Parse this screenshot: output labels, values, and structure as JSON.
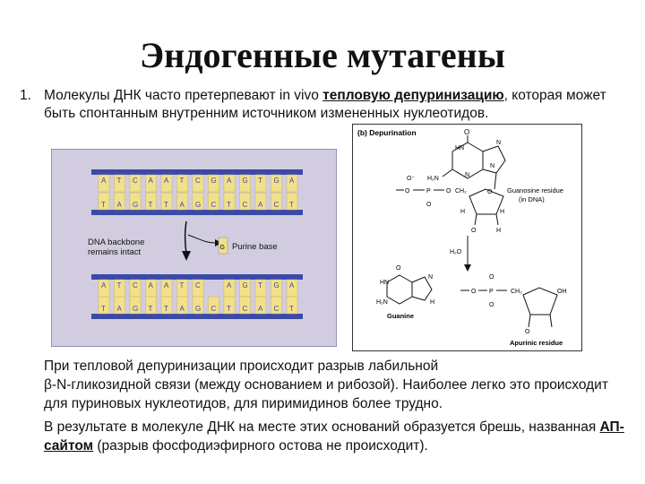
{
  "title": "Эндогенные мутагены",
  "item1": {
    "number": "1.",
    "text_before": "Молекулы ДНК часто претерпевают in vivo ",
    "emphasis": "тепловую депуринизацию",
    "text_after": ", которая может быть спонтанным внутренним источником измененных нуклеотидов."
  },
  "dna_figure": {
    "top_strand": [
      "A",
      "T",
      "C",
      "A",
      "A",
      "T",
      "C",
      "G",
      "A",
      "G",
      "T",
      "G",
      "A"
    ],
    "bottom_strand": [
      "T",
      "A",
      "G",
      "T",
      "T",
      "A",
      "G",
      "C",
      "T",
      "C",
      "A",
      "C",
      "T"
    ],
    "after_top_strand": [
      "A",
      "T",
      "C",
      "A",
      "A",
      "T",
      "C",
      "",
      "A",
      "G",
      "T",
      "G",
      "A"
    ],
    "backbone_label_line1": "DNA backbone",
    "backbone_label_line2": "remains intact",
    "base_glyph": "G",
    "purine_label": "Purine base",
    "base_color": "#f2e08a",
    "backbone_color": "#3b4aa8",
    "letter_color": "#3b4aa8"
  },
  "chem_figure": {
    "heading": "(b) Depurination",
    "guanosine_label_line1": "Guanosine  residue",
    "guanosine_label_line2": "(in DNA)",
    "water": "H₂O",
    "guanine_label": "Guanine",
    "apurinic_label": "Apurinic residue",
    "atoms": {
      "O": "O",
      "N": "N",
      "HN": "HN",
      "H2N": "H₂N",
      "H": "H",
      "OH": "OH",
      "CH2": "CH₂",
      "P": "P",
      "Ominus": "O⁻"
    }
  },
  "para2": {
    "line1": "При тепловой депуринизации происходит разрыв лабильной",
    "line2": "β-N-гликозидной связи (между основанием и рибозой). Наиболее легко это происходит для пуриновых нуклеотидов, для пиримидинов более трудно.",
    "p2_before": "В результате в молекуле ДНК на месте этих оснований образуется брешь, названная ",
    "p2_emphasis": "АП-сайтом",
    "p2_after": " (разрыв фосфодиэфирного остова не происходит)."
  }
}
